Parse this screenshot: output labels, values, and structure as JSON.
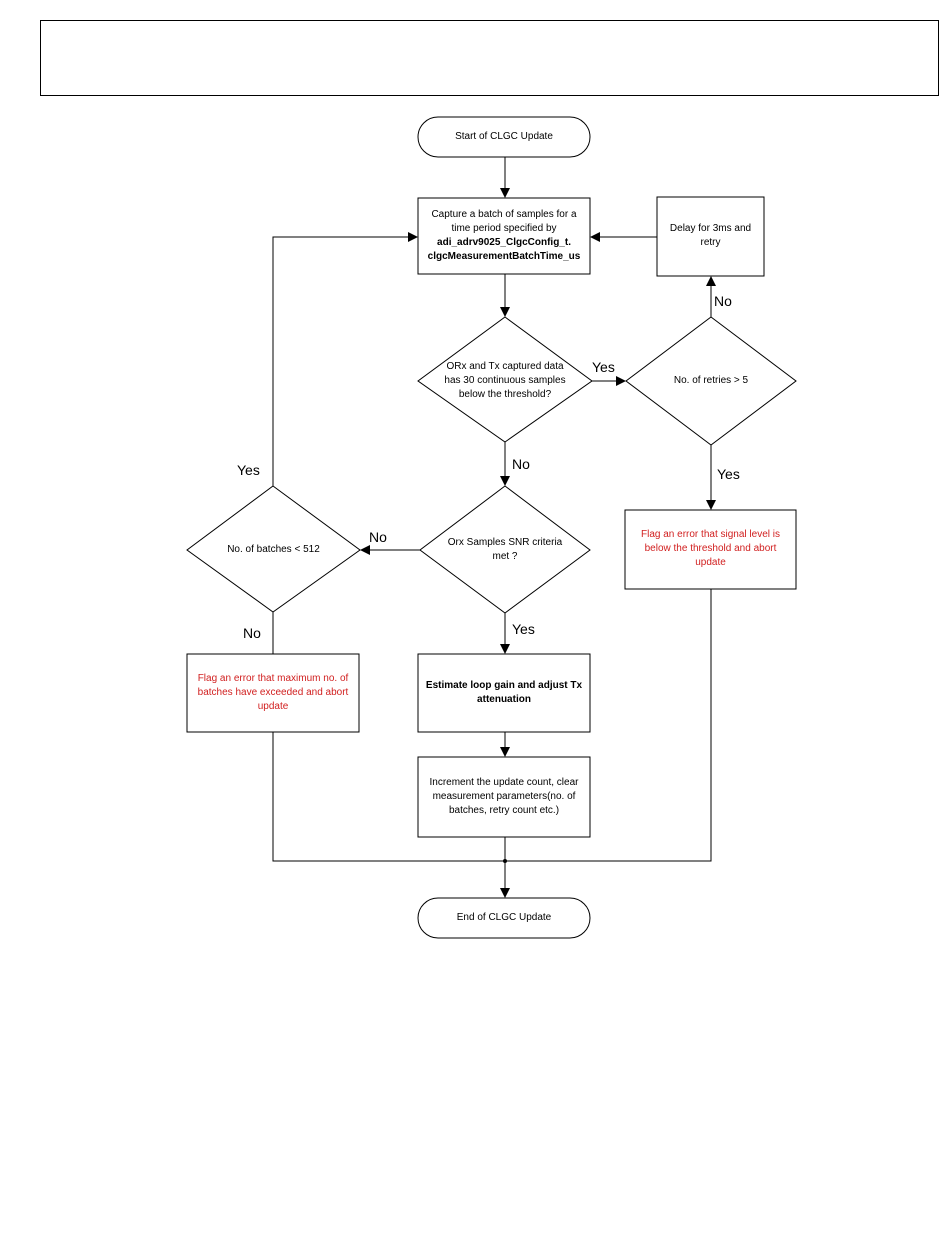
{
  "nodes": {
    "start": "Start of CLGC Update",
    "capture": [
      "Capture a batch of samples for a",
      "time period specified by",
      "adi_adrv9025_ClgcConfig_t.",
      "clgcMeasurementBatchTime_us"
    ],
    "delay": [
      "Delay for 3ms and",
      "retry"
    ],
    "orx_check": [
      "ORx and Tx captured data",
      "has 30 continuous samples",
      "below the threshold?"
    ],
    "retries_check": "No. of retries > 5",
    "snr_check": [
      "Orx Samples SNR criteria",
      "met ?"
    ],
    "batches_check": "No. of batches < 512",
    "error_signal": [
      "Flag an error that signal level is",
      "below the threshold and abort",
      "update"
    ],
    "error_batches": [
      "Flag an error that maximum no. of",
      "batches have exceeded and abort",
      "update"
    ],
    "estimate": [
      "Estimate loop gain and adjust Tx",
      "attenuation"
    ],
    "increment": [
      "Increment the update count, clear",
      "measurement parameters(no. of",
      "batches, retry count etc.)"
    ],
    "end": "End of CLGC Update"
  },
  "edges": {
    "orx_yes": "Yes",
    "orx_no": "No",
    "retries_no": "No",
    "retries_yes": "Yes",
    "snr_no": "No",
    "snr_yes": "Yes",
    "batches_yes": "Yes",
    "batches_no": "No"
  },
  "colors": {
    "error_text": "#d11f1f",
    "line": "#000000"
  }
}
